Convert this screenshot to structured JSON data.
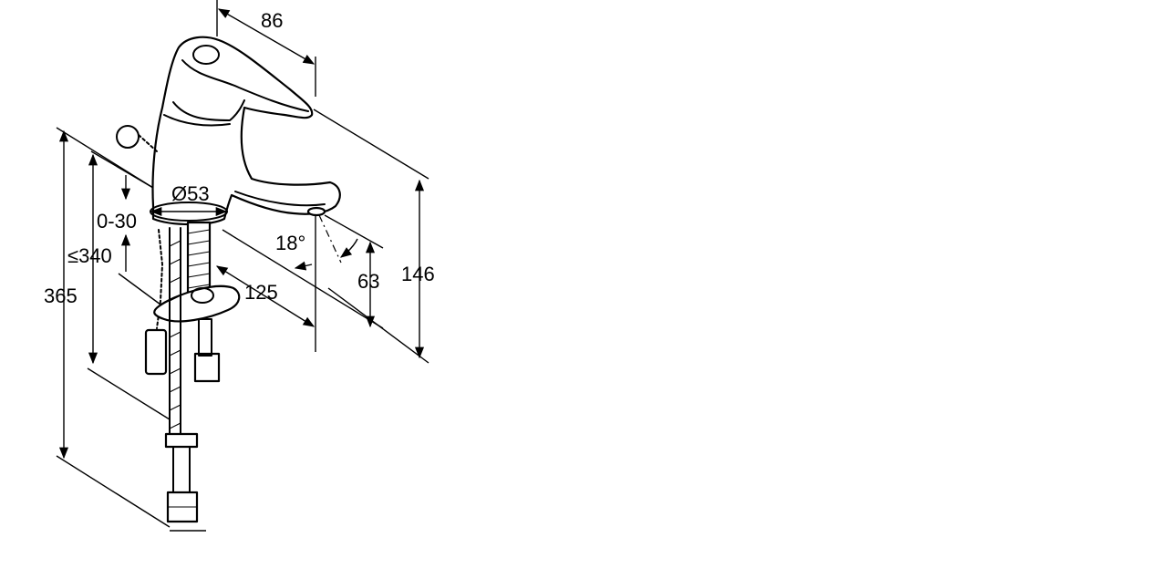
{
  "dimensions": {
    "lever_length": "86",
    "body_diameter": "Ø53",
    "pop_up_range": "0-30",
    "max_depth": "≤340",
    "total_height": "365",
    "spout_reach": "125",
    "spout_angle": "18°",
    "spout_height": "63",
    "tap_height": "146"
  },
  "colors": {
    "line": "#000000",
    "background": "#ffffff"
  }
}
